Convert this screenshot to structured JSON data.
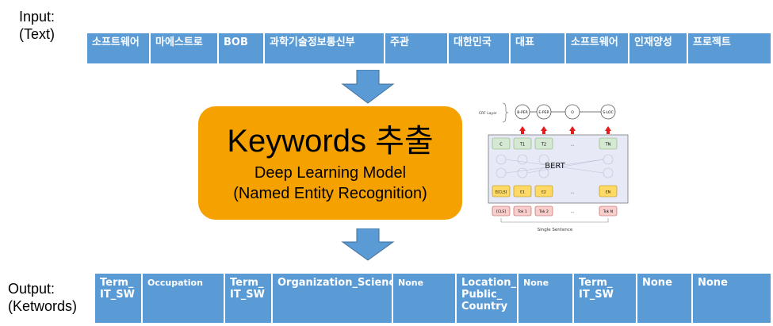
{
  "input_label": [
    "Input:",
    "(Text)"
  ],
  "output_label": [
    "Output:",
    "(Ketwords)"
  ],
  "input_cells": [
    "소프트웨어",
    "마에스트로",
    "BOB",
    "과학기술정보통신부",
    "주관",
    "대한민국",
    "대표",
    "소프트웨어",
    "인재양성",
    "프로젝트"
  ],
  "output_cells": [
    "Term_\nIT_SW",
    "Occupation",
    "Term_\nIT_SW",
    "Organization_Science",
    "None",
    "Location_\nPublic_\nCountry",
    "None",
    "Term_\nIT_SW",
    "None",
    "None"
  ],
  "center_box": {
    "title": "Keywords 추출",
    "line1": "Deep Learning Model",
    "line2": "(Named Entity Recognition)"
  },
  "bert_figure": {
    "crf_label": "CRF Layer",
    "crf_nodes": [
      "B-PER",
      "E-PER",
      "O",
      "S-LOC"
    ],
    "t_tokens": [
      "C",
      "T1",
      "T2",
      "...",
      "TN"
    ],
    "model_label": "BERT",
    "e_tokens": [
      "E[CLS]",
      "E1",
      "E2",
      "...",
      "EN"
    ],
    "input_tokens": [
      "[CLS]",
      "Tok 1",
      "Tok 2",
      "...",
      "Tok N"
    ],
    "caption": "Single Sentence"
  },
  "colors": {
    "table_blue": "#5b9bd5",
    "arrow_blue": "#5b9bd5",
    "box_orange": "#f5a100",
    "bert_green": "#d5e8d4",
    "bert_yellow": "#ffd966",
    "bert_pink": "#f8cecc",
    "crf_red": "#e51c1c"
  }
}
